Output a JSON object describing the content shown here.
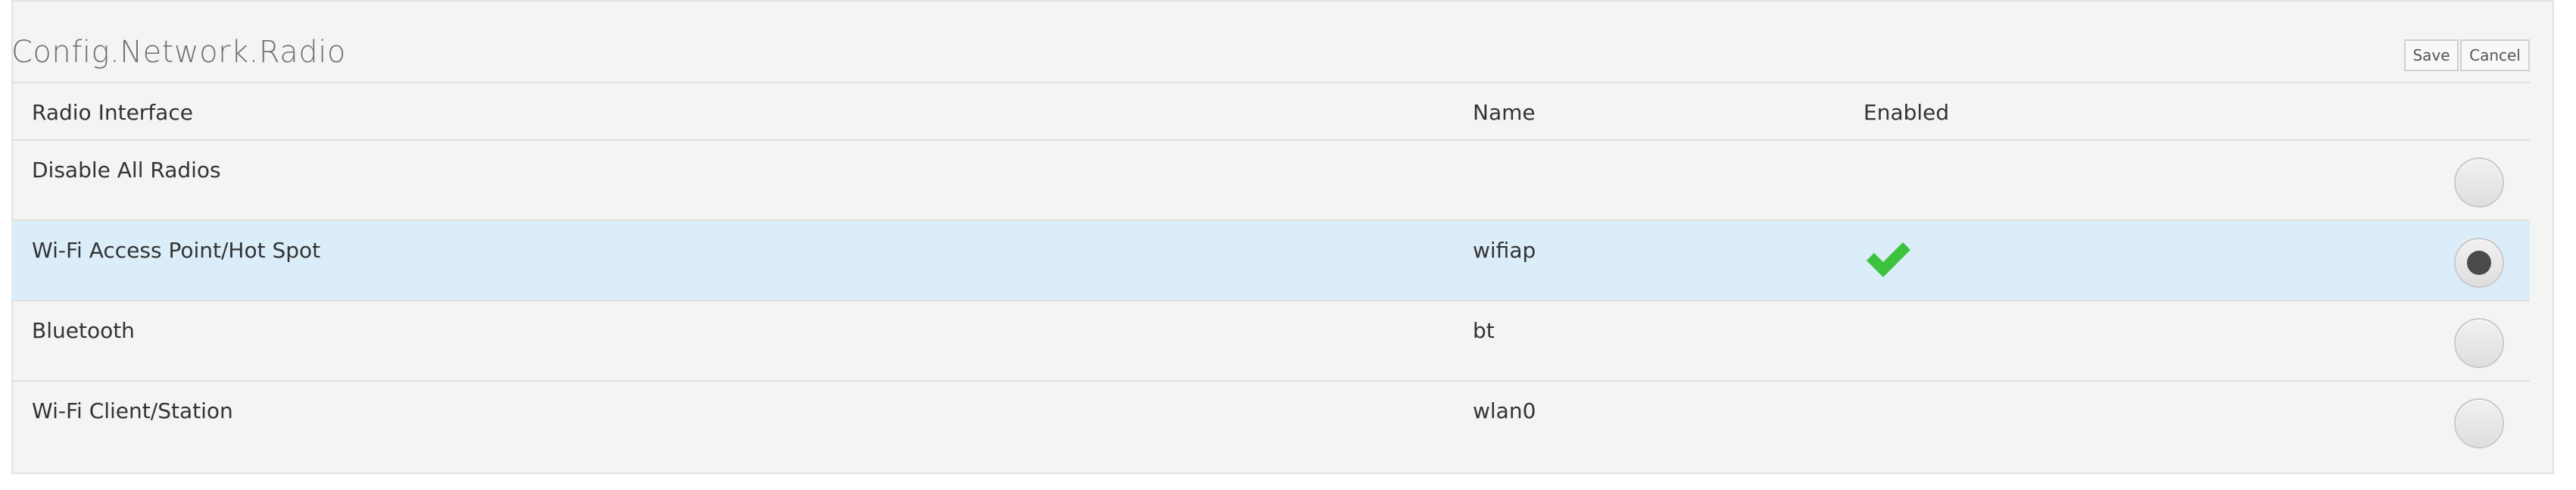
{
  "header": {
    "title": "Config.Network.Radio",
    "save_label": "Save",
    "cancel_label": "Cancel"
  },
  "table": {
    "columns": [
      "Radio Interface",
      "Name",
      "Enabled"
    ],
    "rows": [
      {
        "interface": "Disable All Radios",
        "name": "",
        "enabled": false,
        "selected": false
      },
      {
        "interface": "Wi-Fi Access Point/Hot Spot",
        "name": "wifiap",
        "enabled": true,
        "selected": true
      },
      {
        "interface": "Bluetooth",
        "name": "bt",
        "enabled": false,
        "selected": false
      },
      {
        "interface": "Wi-Fi Client/Station",
        "name": "wlan0",
        "enabled": false,
        "selected": false
      }
    ]
  },
  "colors": {
    "selected_row_bg": "#dcedfa",
    "check_green": "#3cc23c",
    "panel_bg": "#f4f4f4"
  },
  "icons": {
    "enabled": "check-icon"
  }
}
